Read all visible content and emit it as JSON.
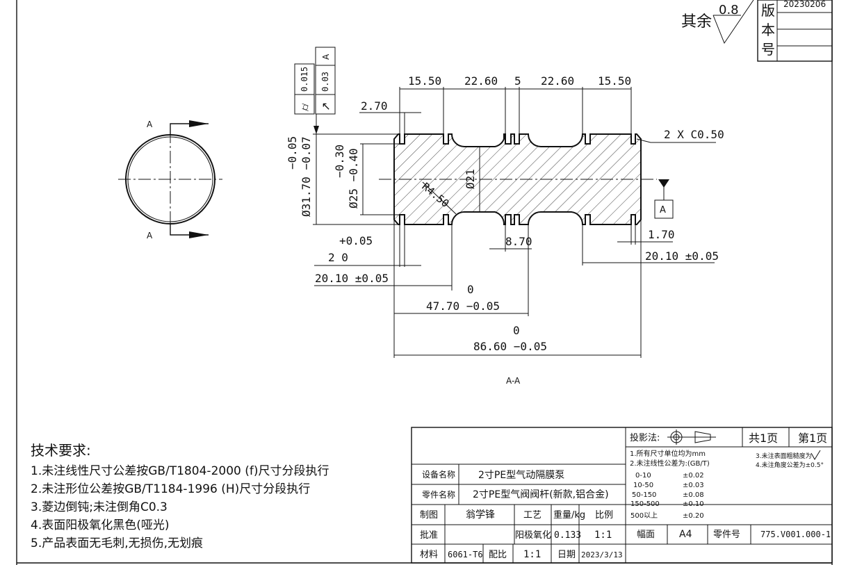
{
  "revision": {
    "date": "20230206",
    "label": "版本号"
  },
  "surface_finish": {
    "label": "其余",
    "value": "0.8"
  },
  "view_labels": {
    "a_top": "A",
    "a_bottom": "A",
    "section": "A-A"
  },
  "datum": {
    "letter": "A"
  },
  "gdt": {
    "frame1": {
      "symbol": "⌭",
      "tol": "0.015"
    },
    "frame2": {
      "symbol": "↗",
      "tol": "0.03",
      "datum": "A"
    }
  },
  "dims": {
    "d1": "15.50",
    "d2": "22.60",
    "d3": "5",
    "d4": "22.60",
    "d5": "15.50",
    "groove_w": "2.70",
    "chamfer": "2 X C0.50",
    "dia_outer": "Ø31.70 −0.07",
    "dia_outer_up": "−0.05",
    "dia_groove": "Ø25 −0.40",
    "dia_groove_up": "−0.30",
    "dia_mid": "Ø21",
    "radius": "R4.50",
    "w_8_70": "8.70",
    "w_1_70": "1.70",
    "w2_tol_up": "+0.05",
    "w2": "2 0",
    "l_20_10_left": "20.10 ±0.05",
    "l_20_10_right": "20.10 ±0.05",
    "l_47_70_up": "0",
    "l_47_70": "47.70 −0.05",
    "l_86_60_up": "0",
    "l_86_60": "86.60 −0.05"
  },
  "tech_requirements": {
    "title": "技术要求:",
    "items": [
      "1.未注线性尺寸公差按GB/T1804-2000 (f)尺寸分段执行",
      "2.未注形位公差按GB/T1184-1996 (H)尺寸分段执行",
      "3.菱边倒钝;未注倒角C0.3",
      "4.表面阳极氧化黑色(哑光)",
      "5.产品表面无毛刺,无损伤,无划痕"
    ]
  },
  "title_block": {
    "equip_label": "设备名称",
    "equip_value": "2寸PE型气动隔膜泵",
    "part_label": "零件名称",
    "part_value": "2寸PE型气阀阀杆(新款,铝合金)",
    "drawer_label": "制图",
    "drawer_value": "翁学锋",
    "process_label": "工艺",
    "weight_label": "重量/kg",
    "scale_label": "比例",
    "approve_label": "批准",
    "process_value": "阳极氧化",
    "weight_value": "0.133",
    "scale_value": "1:1",
    "material_label": "材料",
    "material_value": "6061-T6",
    "fit_label": "配比",
    "fit_value": "1:1",
    "date_label": "日期",
    "date_value": "2023/3/13",
    "projection_label": "投影法:",
    "pages_total": "共1页",
    "page_no": "第1页",
    "notes": [
      "1.所有尺寸单位均为mm",
      "2.未注线性公差为:(GB/T)",
      "3.未注表面粗糙度为",
      "4.未注角度公差为±0.5°"
    ],
    "tolerance_table": [
      {
        "range": "0-10",
        "tol": "±0.02"
      },
      {
        "range": "10-50",
        "tol": "±0.03"
      },
      {
        "range": "50-150",
        "tol": "±0.08"
      },
      {
        "range": "150-500",
        "tol": "±0.10"
      },
      {
        "range": "500以上",
        "tol": "±0.20"
      }
    ],
    "format_label": "幅面",
    "format_value": "A4",
    "partno_label": "零件号",
    "partno_value": "775.V001.000-1"
  }
}
